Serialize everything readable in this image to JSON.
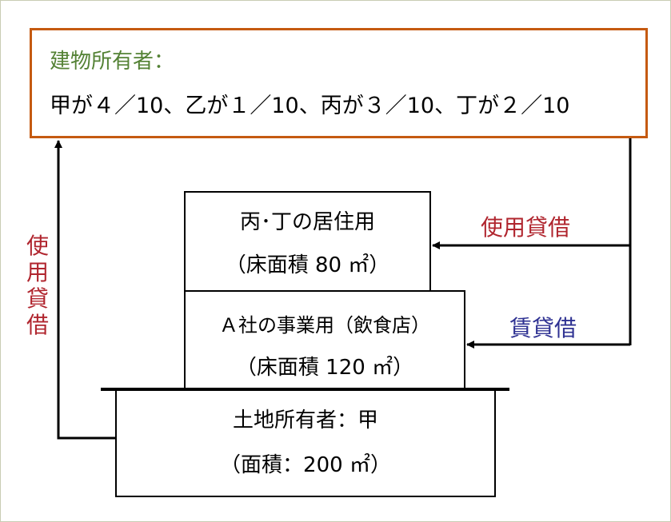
{
  "building_owner": {
    "title": "建物所有者：",
    "shares": "甲が４／10、乙が１／10、丙が３／10、丁が２／10"
  },
  "floors": {
    "top": {
      "line1": "丙･丁の居住用",
      "line2": "（床面積 80 ㎡）"
    },
    "middle": {
      "line1": "Ａ社の事業用（飲食店）",
      "line2": "（床面積 120 ㎡）"
    },
    "land": {
      "line1": "土地所有者：甲",
      "line2": "（面積：200 ㎡）"
    }
  },
  "relations": {
    "right_upper": "使用貸借",
    "right_lower": "賃貸借",
    "left_vertical": [
      "使",
      "用",
      "貸",
      "借"
    ]
  },
  "colors": {
    "owner_border": "#c55a11",
    "owner_title": "#548235",
    "loan": "#b0252e",
    "lease": "#2e3192"
  }
}
